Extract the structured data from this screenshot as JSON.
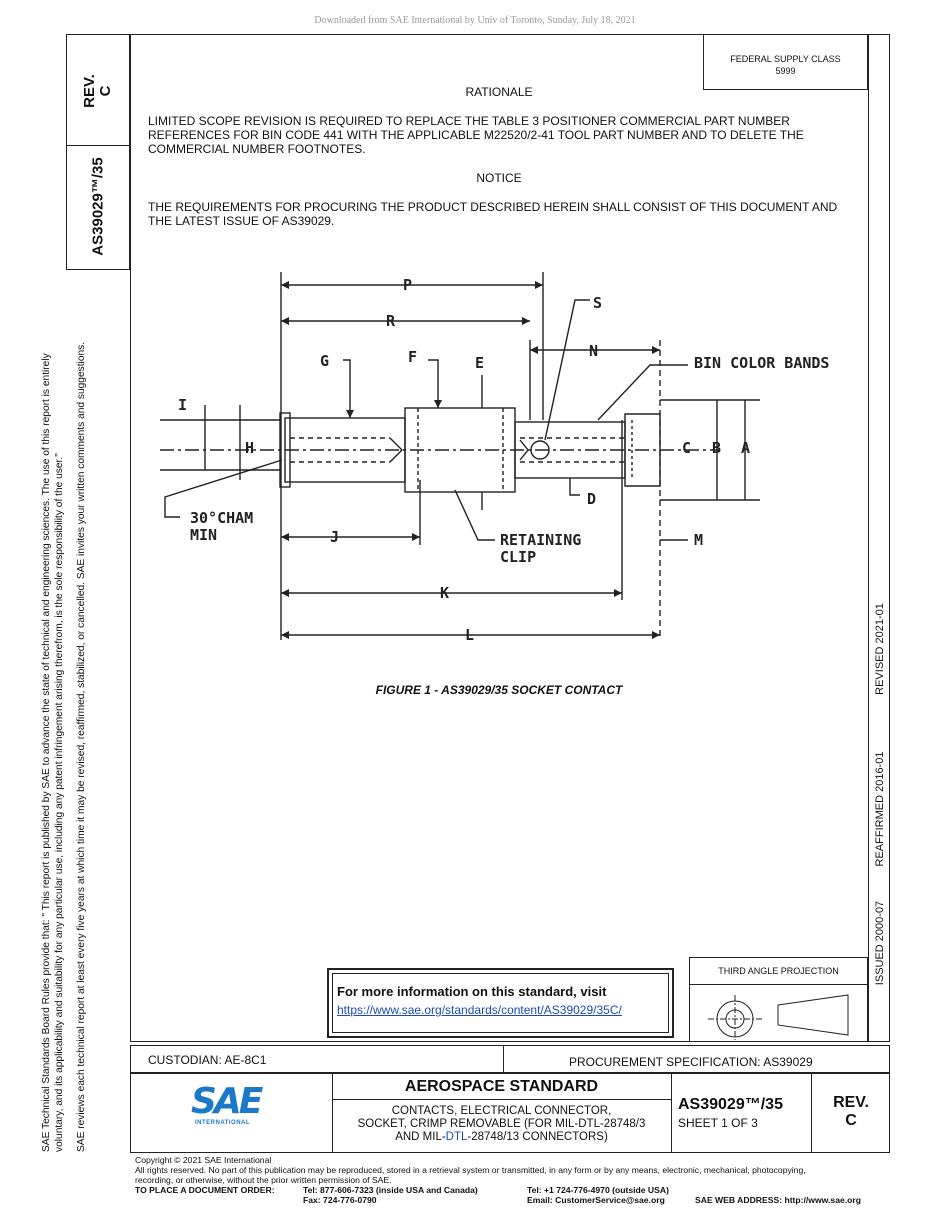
{
  "download_note": "Downloaded from SAE International by Univ of Toronto, Sunday, July 18, 2021",
  "rev_box": {
    "label": "REV.",
    "value": "C"
  },
  "doc_number": "AS39029™/35",
  "federal_supply": {
    "line1": "FEDERAL SUPPLY CLASS",
    "line2": "5999"
  },
  "rationale": {
    "heading": "RATIONALE",
    "lines": [
      "LIMITED SCOPE REVISION IS REQUIRED TO REPLACE THE TABLE 3 POSITIONER COMMERCIAL PART NUMBER",
      "REFERENCES FOR BIN CODE 441 WITH THE APPLICABLE M22520/2-41 TOOL PART NUMBER AND TO DELETE THE",
      "COMMERCIAL NUMBER FOOTNOTES."
    ]
  },
  "notice": {
    "heading": "NOTICE",
    "lines": [
      "THE REQUIREMENTS FOR PROCURING THE PRODUCT DESCRIBED HEREIN SHALL CONSIST OF THIS DOCUMENT AND",
      "THE LATEST ISSUE OF AS39029."
    ]
  },
  "figure": {
    "caption": "FIGURE 1 - AS39029/35 SOCKET CONTACT",
    "labels": {
      "P": "P",
      "R": "R",
      "S": "S",
      "N": "N",
      "G": "G",
      "F": "F",
      "E": "E",
      "I": "I",
      "H": "H",
      "C": "C",
      "B": "B",
      "A": "A",
      "D": "D",
      "J": "J",
      "K": "K",
      "L": "L",
      "M": "M",
      "bin": "BIN COLOR BANDS",
      "cham1": "30°CHAM",
      "cham2": "MIN",
      "clip1": "RETAINING",
      "clip2": "CLIP"
    }
  },
  "side_dates": {
    "revised": "REVISED 2021-01",
    "reaffirmed": "REAFFIRMED 2016-01",
    "issued": "ISSUED 2000-07"
  },
  "left_disclaimer": {
    "line1": "SAE Technical Standards Board Rules provide that: \"  This report is published by SAE to advance the state of technical and engineering sciences. The use of this report is entirely",
    "line2": "voluntary, and its applicability and suitability for any particular use, including any patent infringement arising therefrom, is the sole responsibility of the user.\"",
    "line3": "SAE reviews each technical report at least every five years at which time it may be revised, reaffirmed, stabilized, or cancelled. SAE invites your written comments and suggestions."
  },
  "info_box": {
    "text": "For more information on this standard, visit",
    "link": "https://www.sae.org/standards/content/AS39029/35C/"
  },
  "projection": {
    "label": "THIRD ANGLE PROJECTION"
  },
  "custodian": "CUSTODIAN: AE-8C1",
  "procurement": "PROCUREMENT SPECIFICATION: AS39029",
  "title_block": {
    "heading": "AEROSPACE STANDARD",
    "desc1": "CONTACTS, ELECTRICAL CONNECTOR,",
    "desc2": "SOCKET, CRIMP REMOVABLE (FOR MIL-DTL-28748/3",
    "desc3a": "AND MIL-",
    "desc3b": "DTL",
    "desc3c": "-28748/13 CONNECTORS)",
    "number": "AS39029™/35",
    "sheet": "SHEET 1 OF 3",
    "rev_label": "REV.",
    "rev_value": "C",
    "logo": "SAE",
    "logo_sub": "INTERNATIONAL"
  },
  "footer": {
    "copyright": "Copyright © 2021 SAE International",
    "rights1": "All rights reserved. No part of this publication may be reproduced, stored in a retrieval system or transmitted, in any form or by any means, electronic, mechanical, photocopying,",
    "rights2": "recording, or otherwise, without the prior written permission of SAE.",
    "order_label": "TO PLACE A DOCUMENT ORDER:",
    "tel_us": "Tel: 877-606-7323 (inside USA and Canada)",
    "tel_intl": "Tel: +1 724-776-4970 (outside USA)",
    "fax": "Fax: 724-776-0790",
    "email": "Email: CustomerService@sae.org",
    "web": "SAE WEB ADDRESS: http://www.sae.org"
  }
}
